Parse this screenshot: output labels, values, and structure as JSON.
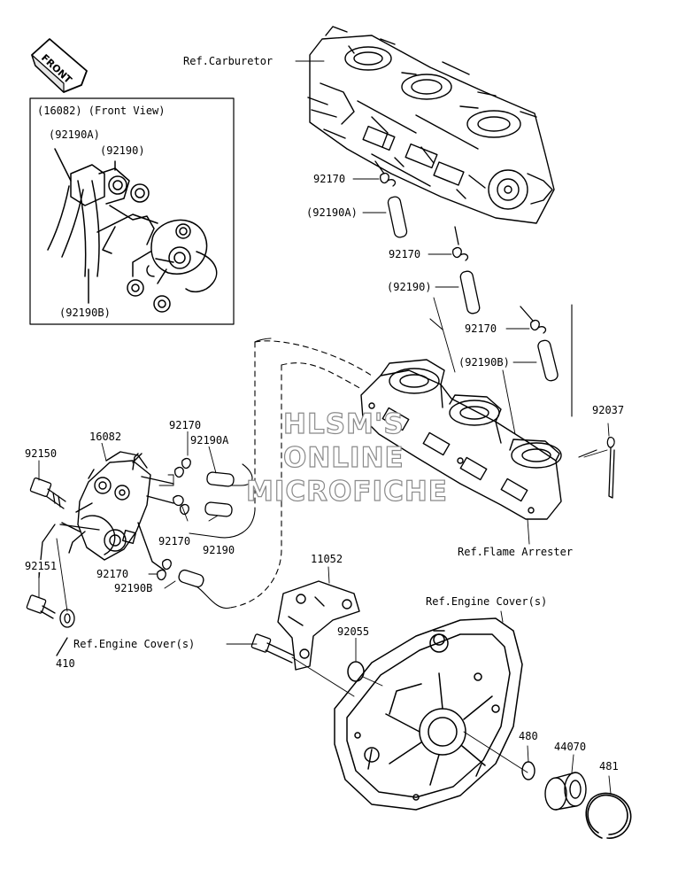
{
  "front_badge": {
    "text": "FRONT",
    "icon": "front-arrow-icon"
  },
  "inset": {
    "title": "(16082)  (Front View)",
    "labels": [
      "(92190A)",
      "(92190)",
      "(92190B)"
    ]
  },
  "watermark": [
    "HLSM'S",
    "ONLINE",
    "MICROFICHE"
  ],
  "callouts": {
    "ref_carburetor": "Ref.Carburetor",
    "c92170_a": "92170",
    "c92190a_paren": "(92190A)",
    "c92170_b": "92170",
    "c92190_paren": "(92190)",
    "c92170_c": "92170",
    "c92190b_paren": "(92190B)",
    "c92037": "92037",
    "c92150": "92150",
    "c16082": "16082",
    "c92170_d": "92170",
    "c92190a": "92190A",
    "c92170_e": "92170",
    "c92190": "92190",
    "c92151": "92151",
    "c92170_f": "92170",
    "c92190b": "92190B",
    "c11052": "11052",
    "ref_flame_arrester": "Ref.Flame Arrester",
    "ref_engine_cover_right": "Ref.Engine Cover(s)",
    "ref_engine_cover_left": "Ref.Engine Cover(s)",
    "c92055": "92055",
    "c410": "410",
    "c480": "480",
    "c44070": "44070",
    "c481": "481"
  }
}
